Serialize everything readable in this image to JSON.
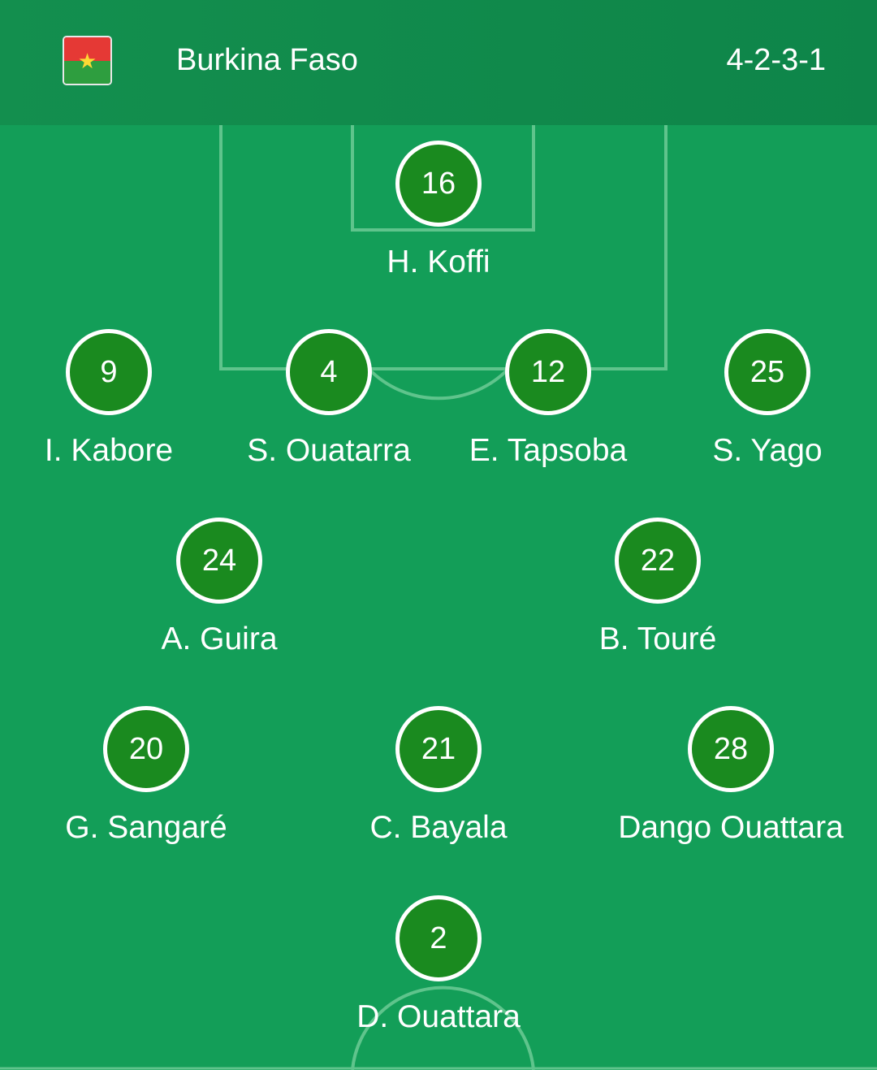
{
  "team": {
    "name": "Burkina Faso",
    "formation": "4-2-3-1",
    "flag_icon": "burkina-faso-flag-icon",
    "flag_colors": {
      "top": "#e53935",
      "bottom": "#2e9e3f",
      "star": "#fdd835"
    }
  },
  "colors": {
    "pitch": "#139e58",
    "header": "#0e8549",
    "shirt": "#1a8a1f",
    "lines": "#5fc48c"
  },
  "players": [
    {
      "number": "16",
      "name": "H. Koffi"
    },
    {
      "number": "9",
      "name": "I. Kabore"
    },
    {
      "number": "4",
      "name": "S. Ouatarra"
    },
    {
      "number": "12",
      "name": "E. Tapsoba"
    },
    {
      "number": "25",
      "name": "S. Yago"
    },
    {
      "number": "24",
      "name": "A. Guira"
    },
    {
      "number": "22",
      "name": "B. Touré"
    },
    {
      "number": "20",
      "name": "G. Sangaré"
    },
    {
      "number": "21",
      "name": "C. Bayala"
    },
    {
      "number": "28",
      "name": "Dango Ouattara"
    },
    {
      "number": "2",
      "name": "D. Ouattara"
    }
  ]
}
